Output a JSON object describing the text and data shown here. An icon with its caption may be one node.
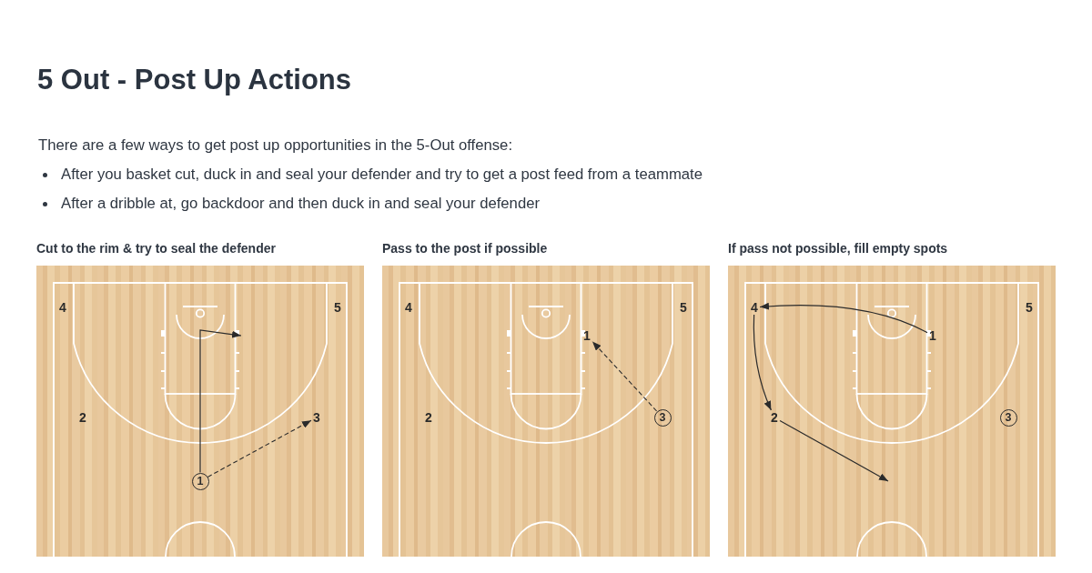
{
  "diagram": {
    "title": "5 Out - Post Up Actions",
    "nodes": [
      {
        "text": [
          "Cut to the rim & try to seal the defender"
        ]
      },
      {
        "text": [
          "4"
        ],
        "in": 0
      },
      {
        "text": [
          "5"
        ],
        "in": 0
      },
      {
        "text": [
          "2"
        ],
        "in": 0
      },
      {
        "text": [
          "3"
        ],
        "in": 0
      },
      {
        "text": [
          "1"
        ],
        "in": 0
      },
      {
        "text": [
          "Pass to the post if possible"
        ]
      },
      {
        "text": [
          "4"
        ],
        "in": 6
      },
      {
        "text": [
          "5"
        ],
        "in": 6
      },
      {
        "text": [
          "1"
        ],
        "in": 6
      },
      {
        "text": [
          "2"
        ],
        "in": 6
      },
      {
        "text": [
          "3"
        ],
        "in": 6
      },
      {
        "text": [
          "If pass not possible, fill empty spots"
        ]
      },
      {
        "text": [
          "4"
        ],
        "in": 12
      },
      {
        "text": [
          "5"
        ],
        "in": 12
      },
      {
        "text": [
          "1"
        ],
        "in": 12
      },
      {
        "text": [
          "2"
        ],
        "in": 12
      },
      {
        "text": [
          "3"
        ],
        "in": 12
      }
    ],
    "edges": [
      {
        "from": 5,
        "to": null,
        "arrow": "to"
      },
      {
        "from": 5,
        "to": 4,
        "arrow": "to",
        "style": "dashed"
      },
      {
        "from": 11,
        "to": 9,
        "arrow": "to",
        "style": "dashed"
      },
      {
        "from": 15,
        "to": 13,
        "arrow": "to"
      },
      {
        "from": 13,
        "to": 16,
        "arrow": "to"
      },
      {
        "from": 16,
        "to": null,
        "arrow": "to"
      }
    ],
    "labels": [
      "There are a few ways to get post up opportunities in the 5-Out offense:",
      "After you basket cut, duck in and seal your defender and try to get a post feed from a teammate",
      "After a dribble at, go backdoor and then duck in and seal your defender"
    ]
  }
}
